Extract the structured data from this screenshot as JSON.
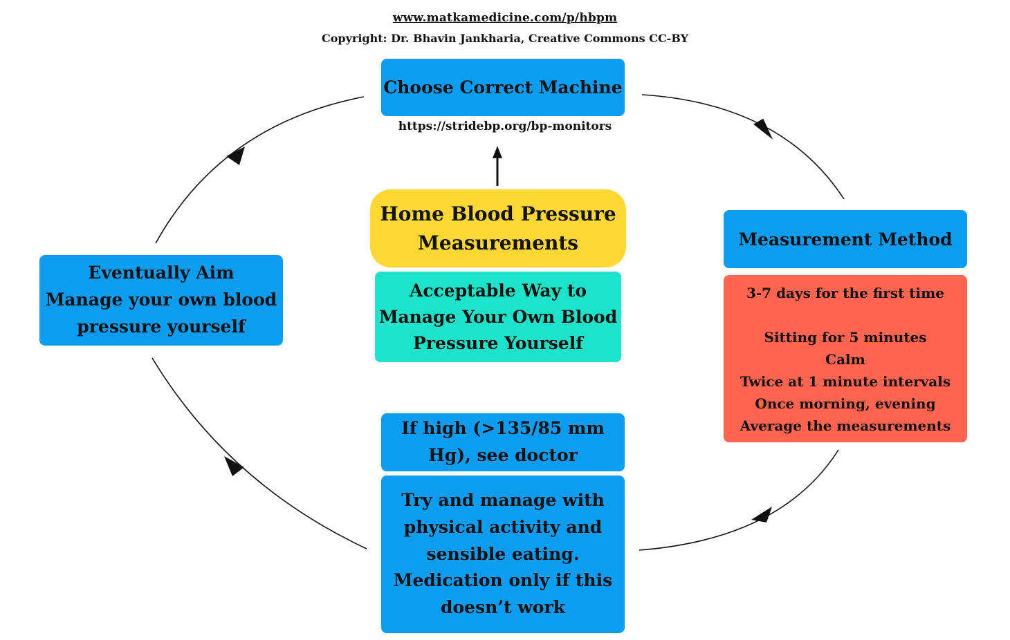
{
  "header": {
    "url": "www.matkamedicine.com/p/hbpm",
    "copyright": "Copyright: Dr. Bhavin Jankharia, Creative Commons CC-BY"
  },
  "center": {
    "title": "Home Blood Pressure\nMeasurements",
    "subtitle": "Acceptable Way to\nManage Your Own Blood\nPressure Yourself"
  },
  "machine": {
    "label": "Choose Correct Machine",
    "link": "https://stridebp.org/bp-monitors"
  },
  "method": {
    "label": "Measurement Method",
    "details": "3-7 days for the first time\n\nSitting for 5 minutes\nCalm\nTwice at 1 minute intervals\nOnce morning, evening\nAverage the measurements"
  },
  "high": {
    "label": "If high (>135/85 mm\nHg), see doctor",
    "advice": "Try and manage with\nphysical activity and\nsensible eating.\nMedication only if this\ndoesn’t work"
  },
  "aim": {
    "label": "Eventually Aim\nManage your own blood\npressure yourself"
  },
  "colors": {
    "blue": "#0c9cf0",
    "yellow": "#fdd835",
    "teal": "#1ee3cb",
    "red": "#ff6450",
    "line": "#111111"
  }
}
